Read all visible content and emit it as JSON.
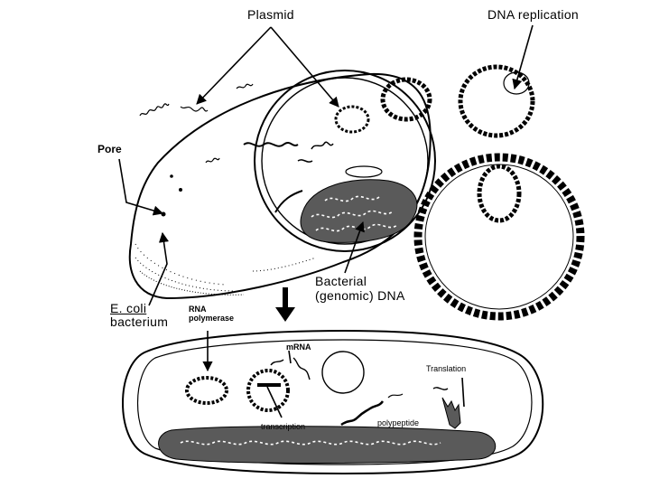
{
  "labels": {
    "plasmid": "Plasmid",
    "dna_replication": "DNA replication",
    "pore": "Pore",
    "bacterial_dna_line1": "Bacterial",
    "bacterial_dna_line2": "(genomic) DNA",
    "ecoli_line1": "E. coli",
    "ecoli_line2": "bacterium",
    "rna_polymerase_line1": "RNA",
    "rna_polymerase_line2": "polymerase",
    "mrna": "mRNA",
    "translation": "Translation",
    "transcription": "transcription",
    "polypeptide": "polypeptide"
  },
  "icons": [
    "plasmid-icon",
    "genomic-dna-icon",
    "ribosome-icon",
    "arrow-down-icon"
  ],
  "colors": {
    "ink": "#000000",
    "background": "#ffffff"
  }
}
